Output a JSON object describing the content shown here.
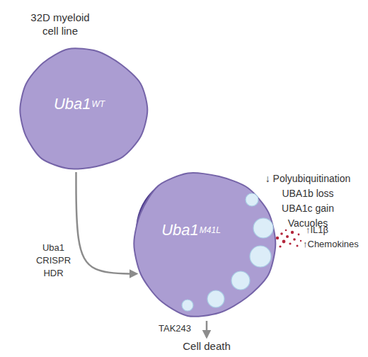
{
  "diagram": {
    "nodes": [
      {
        "text": [
          "32D myeloid cell line"
        ]
      },
      {
        "text": [
          "Uba1",
          "WT"
        ],
        "in": 0
      },
      {
        "text": [
          "↓ Polyubiquitination",
          "UBA1b loss",
          "UBA1c gain",
          "Vacuoles"
        ]
      },
      {
        "text": [
          "Uba1",
          "M41L"
        ],
        "in": 2
      }
    ],
    "edges": [
      {
        "from": 0,
        "to": 2,
        "arrow": "to",
        "label": "Uba1 CRISPR HDR"
      }
    ],
    "labels": [
      "↑IL1β",
      "↑Chemokines",
      "TAK243",
      "Cell death"
    ]
  }
}
